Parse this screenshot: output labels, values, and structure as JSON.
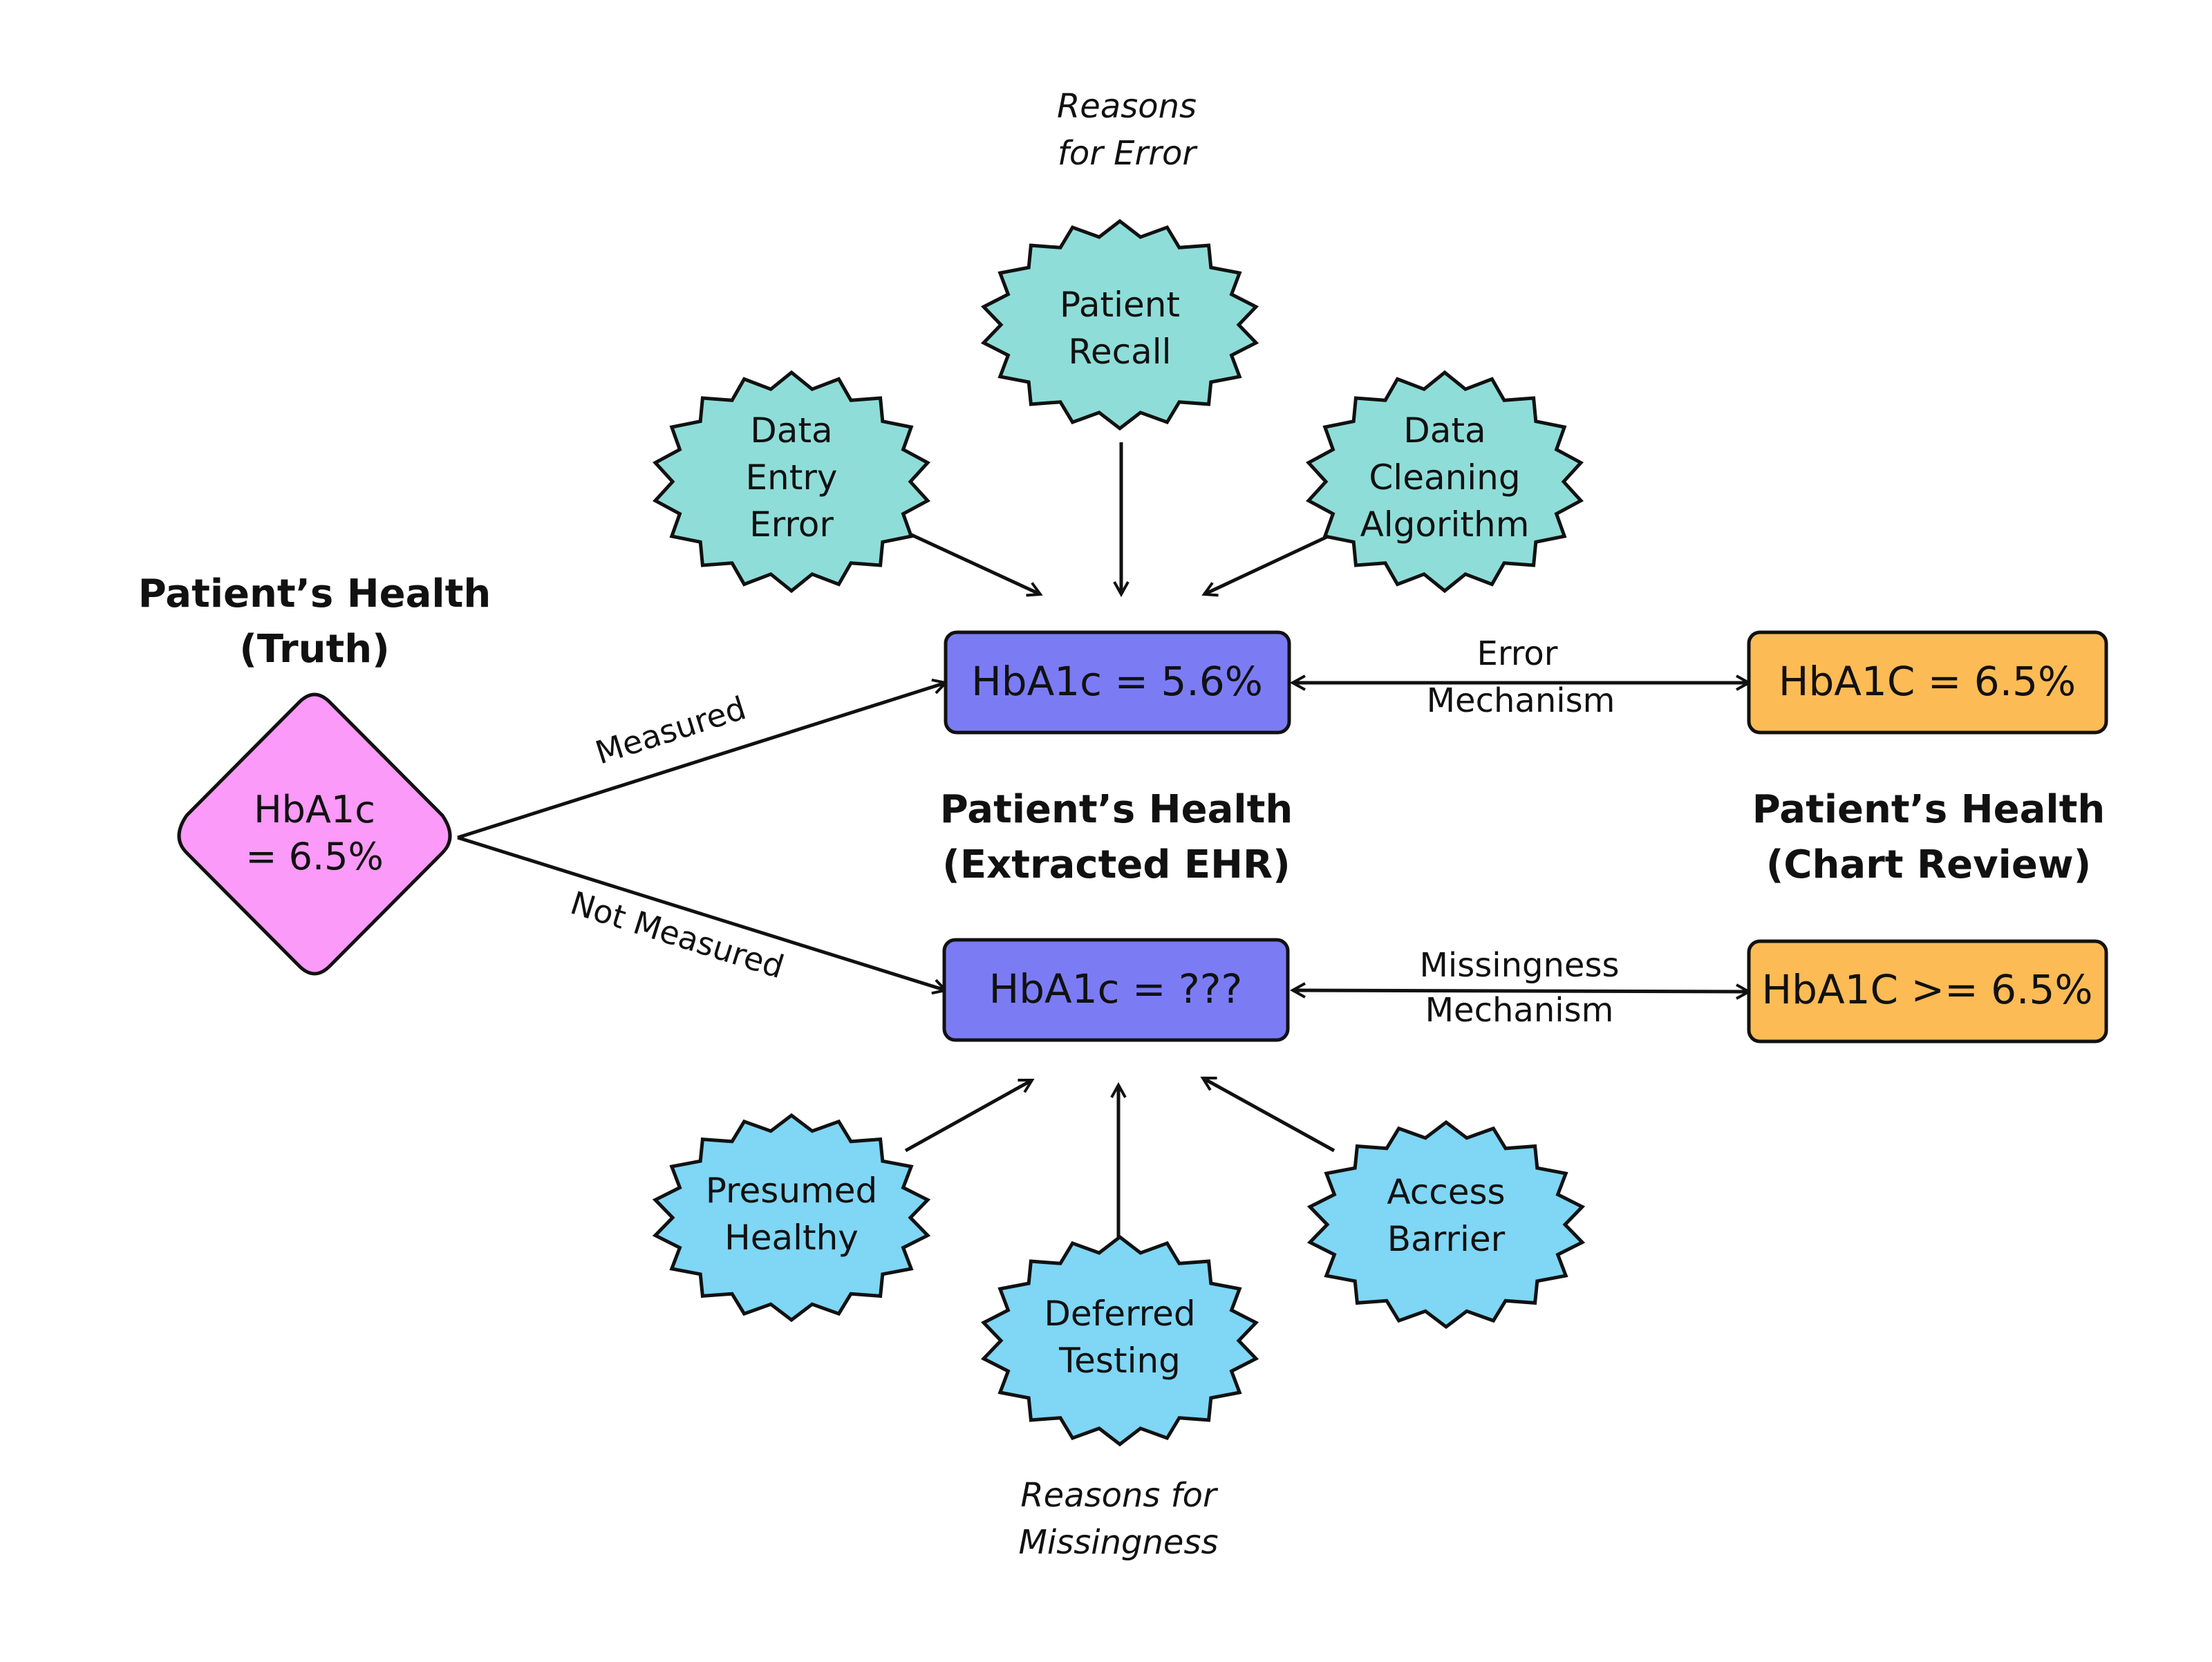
{
  "truth": {
    "title_line1": "Patient’s Health",
    "title_line2": "(Truth)",
    "node_line1": "HbA1c",
    "node_line2": "= 6.5%",
    "color": "#fb9af8"
  },
  "ehr": {
    "title_line1": "Patient’s Health",
    "title_line2": "(Extracted EHR)",
    "measured_value": "HbA1c = 5.6%",
    "missing_value": "HbA1c = ???",
    "color": "#7b7cf4"
  },
  "chart_review": {
    "title_line1": "Patient’s Health",
    "title_line2": "(Chart Review)",
    "measured_value": "HbA1C = 6.5%",
    "missing_value": "HbA1C >= 6.5%",
    "color": "#fdbb55"
  },
  "edges": {
    "measured": "Measured",
    "not_measured": "Not Measured",
    "error_line1": "Error",
    "error_line2": "Mechanism",
    "missingness_line1": "Missingness",
    "missingness_line2": "Mechanism"
  },
  "error_reasons": {
    "heading_line1": "Reasons",
    "heading_line2": "for Error",
    "color": "#8fddd8",
    "items": [
      {
        "lines": [
          "Data",
          "Entry",
          "Error"
        ]
      },
      {
        "lines": [
          "Patient",
          "Recall"
        ]
      },
      {
        "lines": [
          "Data",
          "Cleaning",
          "Algorithm"
        ]
      }
    ]
  },
  "missingness_reasons": {
    "heading_line1": "Reasons for",
    "heading_line2": "Missingness",
    "color": "#7fd6f5",
    "items": [
      {
        "lines": [
          "Presumed",
          "Healthy"
        ]
      },
      {
        "lines": [
          "Deferred",
          "Testing"
        ]
      },
      {
        "lines": [
          "Access",
          "Barrier"
        ]
      }
    ]
  }
}
